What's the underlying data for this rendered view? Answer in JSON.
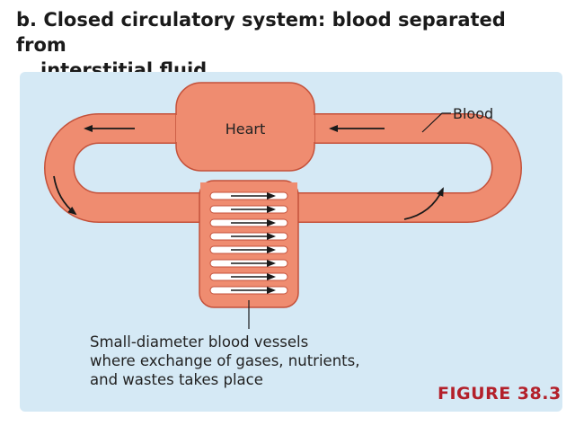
{
  "title": {
    "line1": "b. Closed circulatory system: blood separated from",
    "line2": "interstitial fluid"
  },
  "labels": {
    "heart": "Heart",
    "blood": "Blood",
    "capillaries": [
      "Small-diameter blood vessels",
      "where exchange of gases, nutrients,",
      "and wastes takes place"
    ]
  },
  "figure_label": "FIGURE 38.3",
  "colors": {
    "vessel_fill": "#ef8c70",
    "vessel_outline": "#c4513a",
    "vessel_inner": "#ffffff",
    "background_panel": "#d5e9f5",
    "figure_label": "#b3202a"
  }
}
